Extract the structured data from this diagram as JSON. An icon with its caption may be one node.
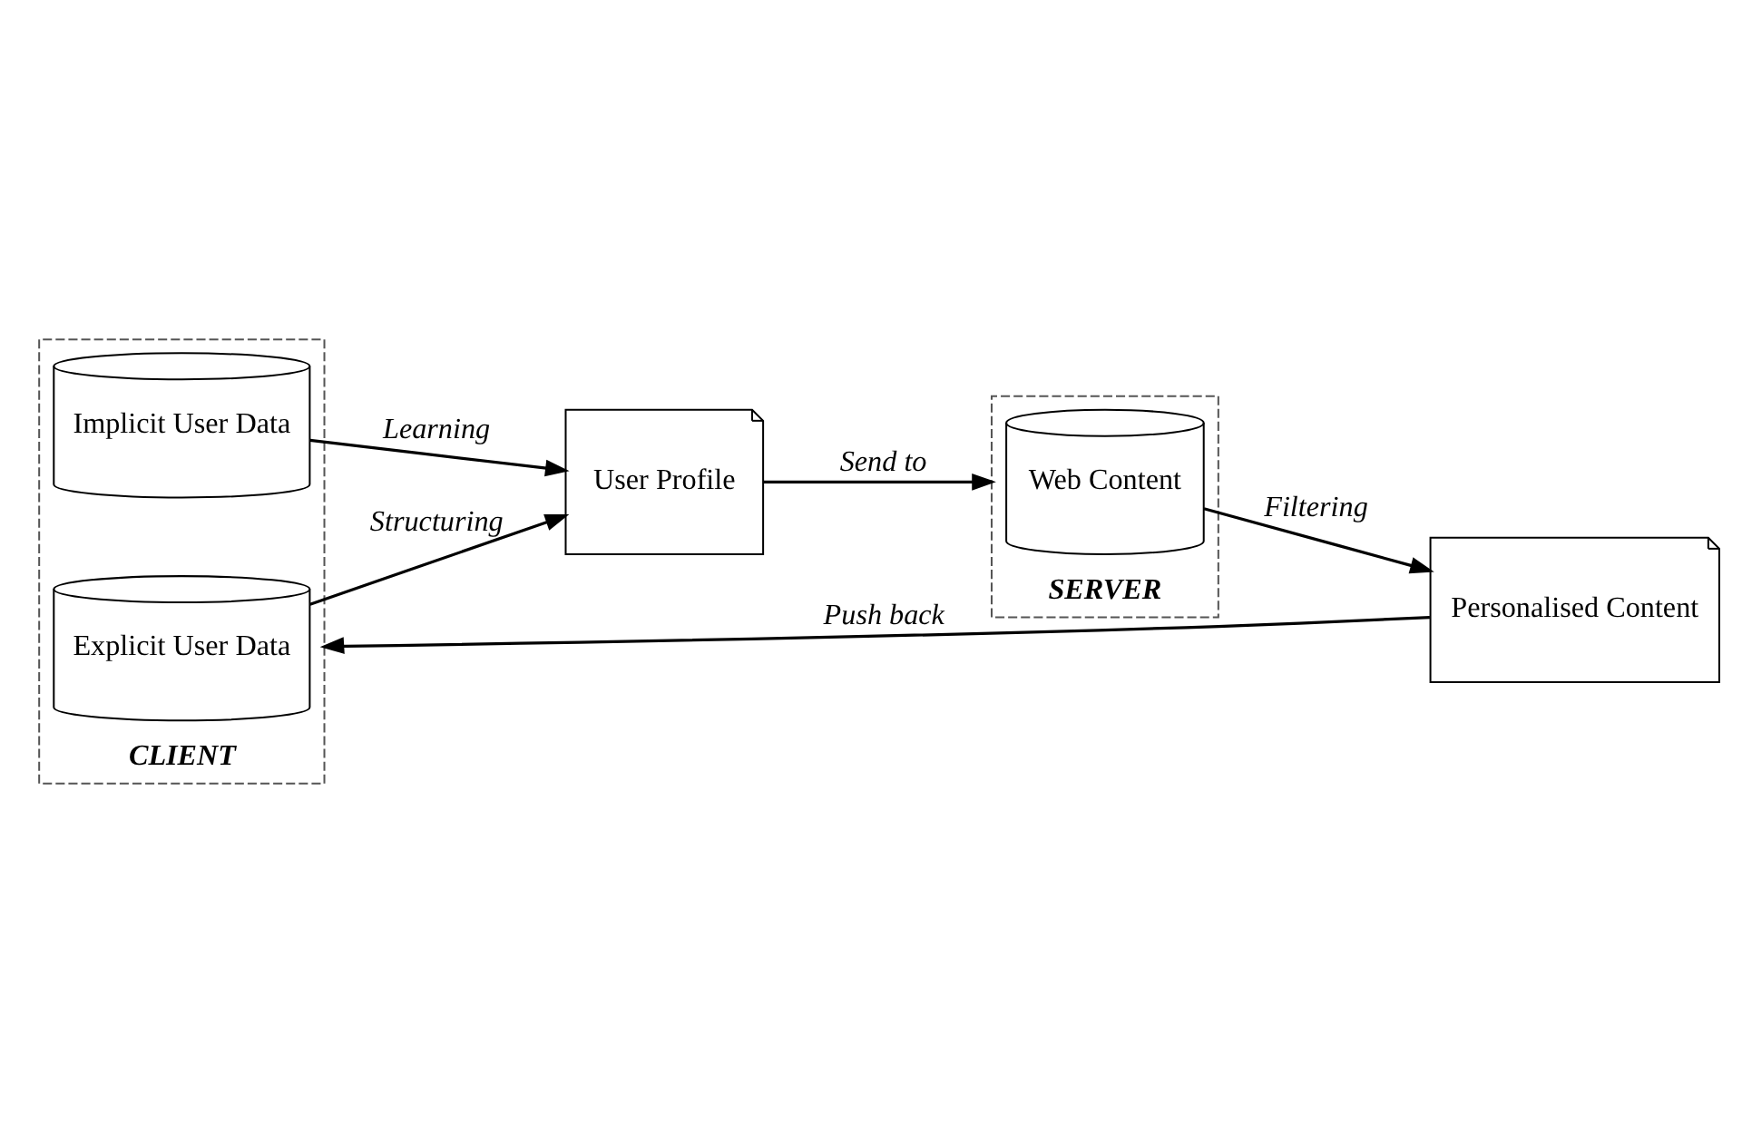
{
  "diagram": {
    "nodes": [
      {
        "text": [
          "CLIENT"
        ]
      },
      {
        "text": [
          "Explicit User Data"
        ],
        "in": 0
      },
      {
        "text": [
          "Implicit User Data"
        ],
        "in": 0
      },
      {
        "text": [
          "User Profile"
        ]
      },
      {
        "text": [
          "SERVER"
        ]
      },
      {
        "text": [
          "Web Content"
        ],
        "in": 4
      },
      {
        "text": [
          "Personalised Content"
        ]
      }
    ],
    "edges": [
      {
        "from": 1,
        "to": 3,
        "arrow": "to",
        "label": "Structuring"
      },
      {
        "from": 2,
        "to": 3,
        "arrow": "to",
        "label": "Learning"
      },
      {
        "from": 3,
        "to": 4,
        "arrow": "to",
        "label": "Send to"
      },
      {
        "from": 5,
        "to": 6,
        "arrow": "to",
        "label": "Filtering"
      },
      {
        "from": 6,
        "to": 0,
        "arrow": "to",
        "label": "Push back"
      }
    ]
  }
}
